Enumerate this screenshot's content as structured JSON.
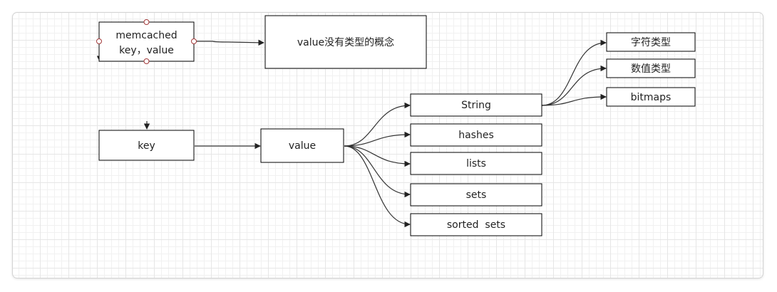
{
  "nodes": {
    "memcached_line1": "memcached",
    "memcached_line2": "key，value",
    "value_no_type": "value没有类型的概念",
    "key": "key",
    "value": "value",
    "string": "String",
    "hashes": "hashes",
    "lists": "lists",
    "sets": "sets",
    "sorted_sets": "sorted  sets",
    "char_type": "字符类型",
    "num_type": "数值类型",
    "bitmaps": "bitmaps"
  },
  "colors": {
    "stroke": "#000000",
    "edge": "#333333",
    "handle": "#a33a3a",
    "grid_major": "#e6e6e6",
    "grid_minor": "#f1f1f1"
  }
}
